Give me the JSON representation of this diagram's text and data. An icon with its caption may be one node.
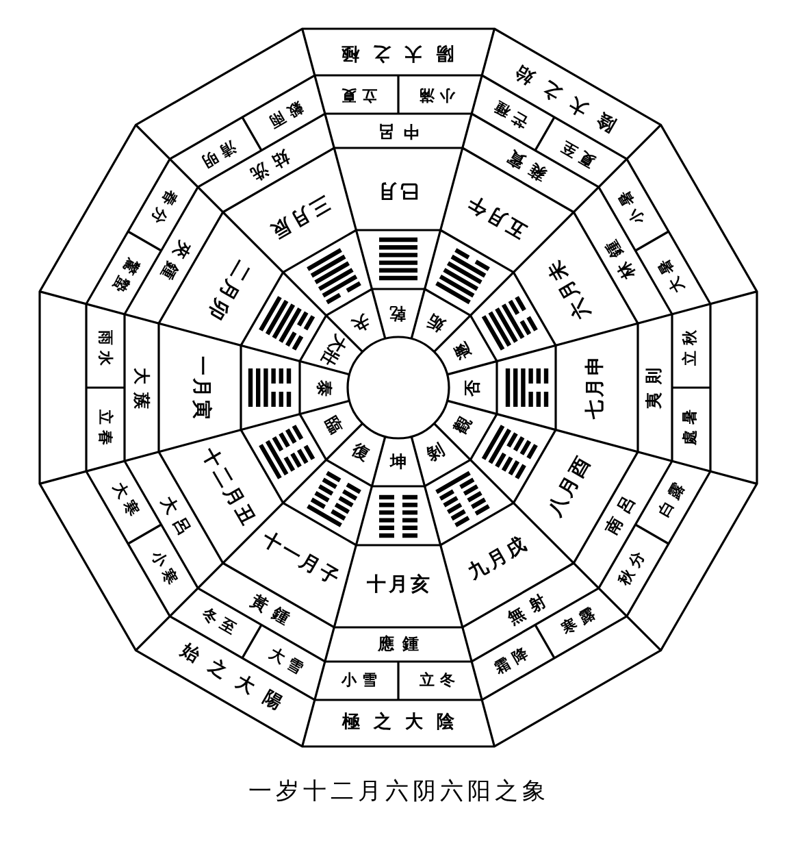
{
  "diagram": {
    "caption": "一岁十二月六阴六阳之象",
    "nodes": [
      {
        "text": [
          "乾"
        ]
      },
      {
        "text": [
          "巳月"
        ]
      },
      {
        "text": [
          "中呂"
        ]
      },
      {
        "text": [
          "立夏"
        ]
      },
      {
        "text": [
          "小滿"
        ]
      },
      {
        "text": [
          "陽大之極"
        ]
      },
      {
        "text": [
          "姤"
        ]
      },
      {
        "text": [
          "五月午"
        ]
      },
      {
        "text": [
          "蕤賓"
        ]
      },
      {
        "text": [
          "芒種"
        ]
      },
      {
        "text": [
          "夏至"
        ]
      },
      {
        "text": [
          "陰大之始"
        ]
      },
      {
        "text": [
          "遯"
        ]
      },
      {
        "text": [
          "六月未"
        ]
      },
      {
        "text": [
          "林鍾"
        ]
      },
      {
        "text": [
          "小暑"
        ]
      },
      {
        "text": [
          "大暑"
        ]
      },
      {
        "text": [
          "否"
        ]
      },
      {
        "text": [
          "七月申"
        ]
      },
      {
        "text": [
          "夷則"
        ]
      },
      {
        "text": [
          "立秋"
        ]
      },
      {
        "text": [
          "處暑"
        ]
      },
      {
        "text": [
          "觀"
        ]
      },
      {
        "text": [
          "八月酉"
        ]
      },
      {
        "text": [
          "南呂"
        ]
      },
      {
        "text": [
          "白露"
        ]
      },
      {
        "text": [
          "秋分"
        ]
      },
      {
        "text": [
          "剝"
        ]
      },
      {
        "text": [
          "九月戌"
        ]
      },
      {
        "text": [
          "無射"
        ]
      },
      {
        "text": [
          "寒露"
        ]
      },
      {
        "text": [
          "霜降"
        ]
      },
      {
        "text": [
          "坤"
        ]
      },
      {
        "text": [
          "十月亥"
        ]
      },
      {
        "text": [
          "應鍾"
        ]
      },
      {
        "text": [
          "立冬"
        ]
      },
      {
        "text": [
          "小雪"
        ]
      },
      {
        "text": [
          "極之大陰"
        ]
      },
      {
        "text": [
          "復"
        ]
      },
      {
        "text": [
          "十一月子"
        ]
      },
      {
        "text": [
          "黃鍾"
        ]
      },
      {
        "text": [
          "大雪"
        ]
      },
      {
        "text": [
          "冬至"
        ]
      },
      {
        "text": [
          "始之大陽"
        ]
      },
      {
        "text": [
          "臨"
        ]
      },
      {
        "text": [
          "十二月丑"
        ]
      },
      {
        "text": [
          "大呂"
        ]
      },
      {
        "text": [
          "小寒"
        ]
      },
      {
        "text": [
          "大寒"
        ]
      },
      {
        "text": [
          "泰"
        ]
      },
      {
        "text": [
          "一月寅"
        ]
      },
      {
        "text": [
          "大蔟"
        ]
      },
      {
        "text": [
          "立春"
        ]
      },
      {
        "text": [
          "雨水"
        ]
      },
      {
        "text": [
          "大壯"
        ]
      },
      {
        "text": [
          "二月卯"
        ]
      },
      {
        "text": [
          "夾鍾"
        ]
      },
      {
        "text": [
          "驚蟄"
        ]
      },
      {
        "text": [
          "春分"
        ]
      },
      {
        "text": [
          "夬"
        ]
      },
      {
        "text": [
          "三月辰"
        ]
      },
      {
        "text": [
          "姑洗"
        ]
      },
      {
        "text": [
          "清明"
        ]
      },
      {
        "text": [
          "穀雨"
        ]
      }
    ]
  }
}
